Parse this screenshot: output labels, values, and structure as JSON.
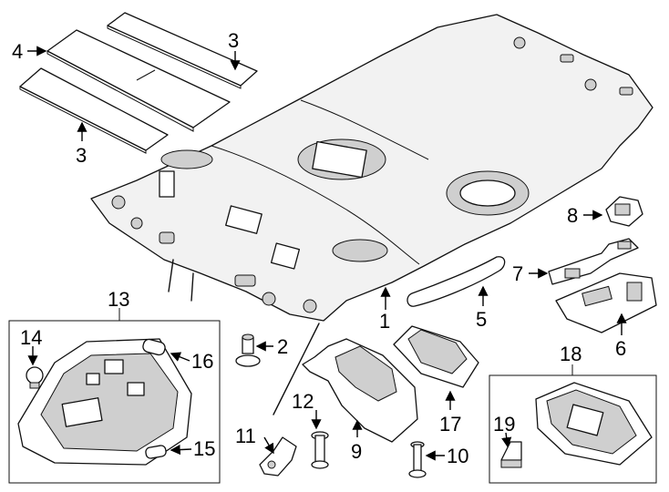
{
  "callouts": {
    "c1": "1",
    "c2": "2",
    "c3a": "3",
    "c3b": "3",
    "c4": "4",
    "c5": "5",
    "c6": "6",
    "c7": "7",
    "c8": "8",
    "c9": "9",
    "c10": "10",
    "c11": "11",
    "c12": "12",
    "c13": "13",
    "c14": "14",
    "c15": "15",
    "c16": "16",
    "c17": "17",
    "c18": "18",
    "c19": "19"
  }
}
